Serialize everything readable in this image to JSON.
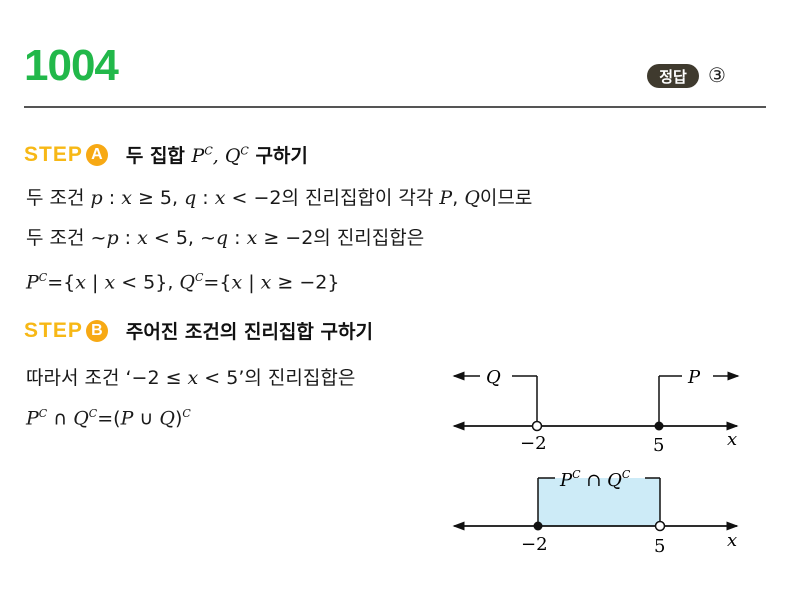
{
  "header": {
    "problem_number": "1004",
    "answer_badge": "정답",
    "answer_value": "③"
  },
  "steps": [
    {
      "label": "STEP",
      "letter": "A",
      "title_prefix": "두 집합 ",
      "title_math": "Pᶜ, Qᶜ",
      "title_suffix": " 구하기",
      "lines": [
        "두 조건 p : x ≥ 5, q : x < −2의 진리집합이 각각 P, Q이므로",
        "두 조건 ~p : x < 5, ~q : x ≥ −2의 진리집합은",
        "Pᶜ = {x | x < 5}, Qᶜ = {x | x ≥ −2}"
      ]
    },
    {
      "label": "STEP",
      "letter": "B",
      "title": "주어진 조건의 진리집합 구하기",
      "lines": [
        "따라서 조건 ‘−2 ≤ x < 5’의 진리집합은",
        "Pᶜ ∩ Qᶜ = (P ∪ Q)ᶜ"
      ]
    }
  ],
  "diagrams": {
    "top": {
      "labels": {
        "Q": "Q",
        "P": "P",
        "axis": "x"
      },
      "ticks": [
        "−2",
        "5"
      ],
      "points": [
        {
          "value": "−2",
          "type": "open"
        },
        {
          "value": "5",
          "type": "closed"
        }
      ]
    },
    "bottom": {
      "labels": {
        "region": "Pᶜ ∩ Qᶜ",
        "axis": "x"
      },
      "ticks": [
        "−2",
        "5"
      ],
      "points": [
        {
          "value": "−2",
          "type": "closed"
        },
        {
          "value": "5",
          "type": "open"
        }
      ],
      "fill_color": "#cdebf7"
    }
  },
  "colors": {
    "problem_number": "#22b84a",
    "step_accent": "#f7b816",
    "badge_bg": "#3f3a2e"
  }
}
